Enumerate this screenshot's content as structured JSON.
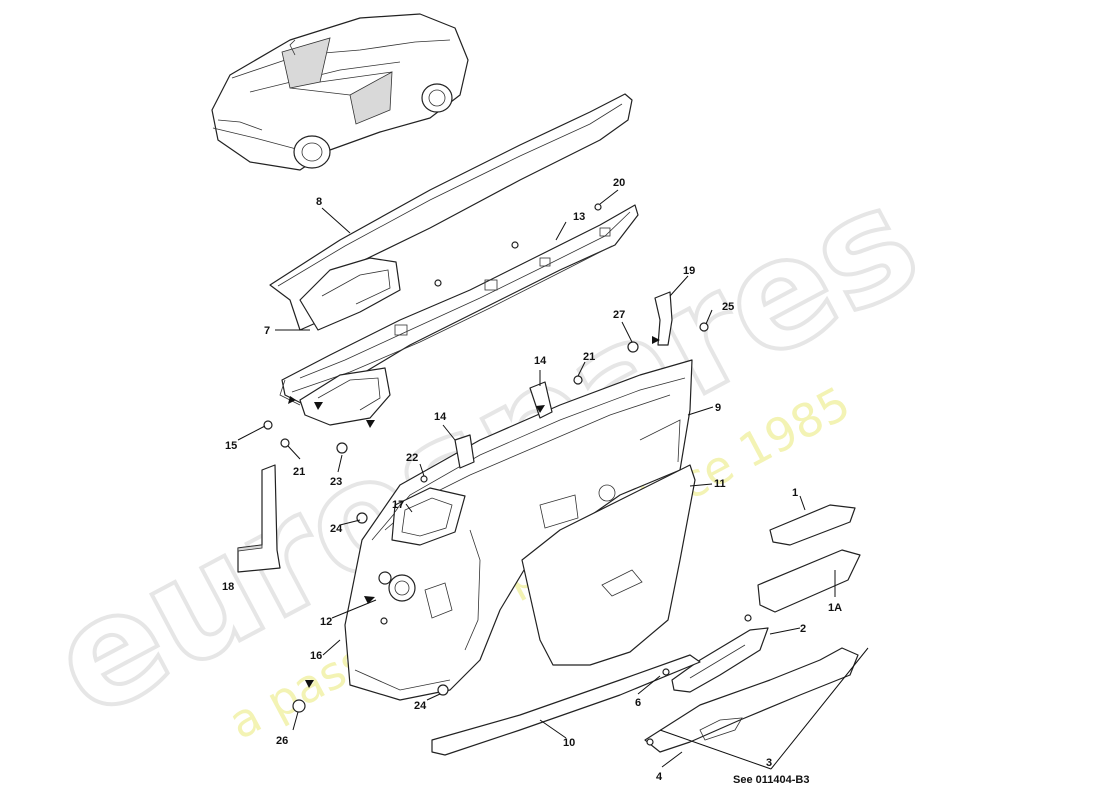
{
  "watermark": {
    "brand": "eurospares",
    "tagline": "a passion for parts since 1985"
  },
  "labels": [
    {
      "id": "l1",
      "text": "1"
    },
    {
      "id": "l1a",
      "text": "1A"
    },
    {
      "id": "l2",
      "text": "2"
    },
    {
      "id": "l3",
      "text": "3"
    },
    {
      "id": "l3ref",
      "text": "See 011404-B3"
    },
    {
      "id": "l4",
      "text": "4"
    },
    {
      "id": "l6",
      "text": "6"
    },
    {
      "id": "l7",
      "text": "7"
    },
    {
      "id": "l8",
      "text": "8"
    },
    {
      "id": "l9",
      "text": "9"
    },
    {
      "id": "l10",
      "text": "10"
    },
    {
      "id": "l11",
      "text": "11"
    },
    {
      "id": "l12",
      "text": "12"
    },
    {
      "id": "l13",
      "text": "13"
    },
    {
      "id": "l14a",
      "text": "14"
    },
    {
      "id": "l14b",
      "text": "14"
    },
    {
      "id": "l15",
      "text": "15"
    },
    {
      "id": "l16",
      "text": "16"
    },
    {
      "id": "l17",
      "text": "17"
    },
    {
      "id": "l18",
      "text": "18"
    },
    {
      "id": "l19",
      "text": "19"
    },
    {
      "id": "l20",
      "text": "20"
    },
    {
      "id": "l21a",
      "text": "21"
    },
    {
      "id": "l21b",
      "text": "21"
    },
    {
      "id": "l22",
      "text": "22"
    },
    {
      "id": "l23",
      "text": "23"
    },
    {
      "id": "l24a",
      "text": "24"
    },
    {
      "id": "l24b",
      "text": "24"
    },
    {
      "id": "l25",
      "text": "25"
    },
    {
      "id": "l26",
      "text": "26"
    },
    {
      "id": "l27",
      "text": "27"
    }
  ]
}
